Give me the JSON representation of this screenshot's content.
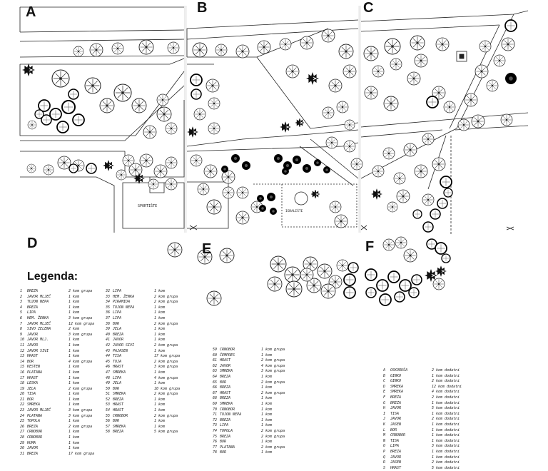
{
  "panels": {
    "a": "A",
    "b": "B",
    "c": "C",
    "d": "D",
    "e": "E",
    "f": "F"
  },
  "legend_title": "Legenda:",
  "labels": {
    "sportiste": "SPORTIŠTE",
    "igraliste": "IGRALIŠTE"
  },
  "legend_d_col1": [
    [
      "1",
      "BREZA",
      "2 kom grupa"
    ],
    [
      "2",
      "JAVOR MLJEČ",
      "1 kom"
    ],
    [
      "3",
      "TUJON NEPA",
      "1 kom"
    ],
    [
      "4",
      "BREZA",
      "1 kom"
    ],
    [
      "5",
      "LIPA",
      "1 kom"
    ],
    [
      "6",
      "HEM. ŽENKA",
      "3 kom grupa"
    ],
    [
      "7",
      "JAVOR MLJEČ",
      "12 kom grupa"
    ],
    [
      "8",
      "SIVO ZELENA",
      "2 kom"
    ],
    [
      "9",
      "JAVOR",
      "3 kom grupa"
    ],
    [
      "10",
      "JAVOR MLJ.",
      "1 kom"
    ],
    [
      "11",
      "JAVOR",
      "1 kom"
    ],
    [
      "12",
      "JAVOR SIVI",
      "1 kom"
    ],
    [
      "13",
      "HRAST",
      "1 kom"
    ],
    [
      "14",
      "BOR",
      "4 kom grupa"
    ],
    [
      "15",
      "KESTEN",
      "1 kom"
    ],
    [
      "16",
      "PLATANA",
      "1 kom"
    ],
    [
      "17",
      "HRAST",
      "1 kom"
    ],
    [
      "18",
      "LESKA",
      "1 kom"
    ],
    [
      "19",
      "JELA",
      "2 kom grupa"
    ],
    [
      "20",
      "TISA",
      "1 kom"
    ],
    [
      "21",
      "BOR",
      "1 kom"
    ],
    [
      "22",
      "SMREKA",
      "1 kom"
    ],
    [
      "23",
      "JAVOR MLJEČ",
      "3 kom grupa"
    ],
    [
      "24",
      "PLATANA",
      "3 kom grupa"
    ],
    [
      "25",
      "TOPOLA",
      "1 kom"
    ],
    [
      "26",
      "BREZA",
      "2 kom grupa"
    ],
    [
      "27",
      "CRNOBOR",
      "1 kom"
    ],
    [
      "28",
      "CRNOBOR",
      "1 kom"
    ],
    [
      "29",
      "HUMA",
      "1 kom"
    ],
    [
      "30",
      "JAVOR",
      "1 kom"
    ],
    [
      "31",
      "BREZA",
      "17 kom grupa"
    ]
  ],
  "legend_d_col2": [
    [
      "32",
      "LIPA",
      "1 kom"
    ],
    [
      "33",
      "HEM. ŽENKA",
      "2 kom grupa"
    ],
    [
      "34",
      "PIRAMIDA",
      "2 kom grupa"
    ],
    [
      "35",
      "TUJON NEPA",
      "1 kom"
    ],
    [
      "36",
      "LIPA",
      "1 kom"
    ],
    [
      "37",
      "LIPA",
      "1 kom"
    ],
    [
      "38",
      "BOR",
      "2 kom grupa"
    ],
    [
      "39",
      "JELA",
      "1 kom"
    ],
    [
      "40",
      "BREZA",
      "1 kom"
    ],
    [
      "41",
      "JAVOR",
      "1 kom"
    ],
    [
      "42",
      "JAVOR SIVI",
      "2 kom grupa"
    ],
    [
      "43",
      "PAJASEN",
      "1 kom"
    ],
    [
      "44",
      "TISA",
      "17 kom grupa"
    ],
    [
      "45",
      "TUJA",
      "2 kom grupa"
    ],
    [
      "46",
      "HRAST",
      "3 kom grupa"
    ],
    [
      "47",
      "SMREKA",
      "1 kom"
    ],
    [
      "48",
      "LIPA",
      "4 kom grupa"
    ],
    [
      "49",
      "JELA",
      "1 kom"
    ],
    [
      "50",
      "BOR",
      "10 kom grupa"
    ],
    [
      "51",
      "SMREKA",
      "2 kom grupa"
    ],
    [
      "52",
      "BREZA",
      "1 kom"
    ],
    [
      "53",
      "HRAST",
      "1 kom"
    ],
    [
      "54",
      "HRAST",
      "1 kom"
    ],
    [
      "55",
      "CRNOBOR",
      "2 kom grupa"
    ],
    [
      "56",
      "BOR",
      "1 kom"
    ],
    [
      "57",
      "SMREKA",
      "1 kom"
    ],
    [
      "58",
      "BREZA",
      "5 kom grupa"
    ]
  ],
  "legend_e": [
    [
      "59",
      "CRNOBOR",
      "1 kom grupa"
    ],
    [
      "60",
      "ČEMPRES",
      "1 kom"
    ],
    [
      "61",
      "HRAST",
      "2 kom grupa"
    ],
    [
      "62",
      "JAVOR",
      "4 kom grupa"
    ],
    [
      "63",
      "SMREKA",
      "3 kom grupa"
    ],
    [
      "64",
      "BREZA",
      "1 kom"
    ],
    [
      "65",
      "BOR",
      "2 kom grupa"
    ],
    [
      "66",
      "BREZA",
      "1 kom"
    ],
    [
      "67",
      "HRAST",
      "2 kom grupa"
    ],
    [
      "68",
      "BREZA",
      "1 kom"
    ],
    [
      "69",
      "SMREKA",
      "1 kom"
    ],
    [
      "70",
      "CRNOBOR",
      "1 kom"
    ],
    [
      "71",
      "TUJON NEPA",
      "1 kom"
    ],
    [
      "72",
      "BREZA",
      "1 kom"
    ],
    [
      "73",
      "LIPA",
      "1 kom"
    ],
    [
      "74",
      "TOPOLA",
      "2 kom grupa"
    ],
    [
      "75",
      "BREZA",
      "2 kom grupa"
    ],
    [
      "76",
      "BOR",
      "1 kom"
    ],
    [
      "77",
      "PLATANA",
      "2 kom grupa"
    ],
    [
      "78",
      "BOR",
      "1 kom"
    ]
  ],
  "legend_f": [
    [
      "A",
      "OSKORUŠA",
      "2 kom dodatni"
    ],
    [
      "B",
      "GINKO",
      "1 kom dodatni"
    ],
    [
      "C",
      "GINKO",
      "2 kom dodatni"
    ],
    [
      "D",
      "SMREKA",
      "12 kom dodatni"
    ],
    [
      "E",
      "SMREKA",
      "4 kom dodatni"
    ],
    [
      "F",
      "BREZA",
      "2 kom dodatni"
    ],
    [
      "G",
      "BREZA",
      "1 kom dodatni"
    ],
    [
      "H",
      "JAVOR",
      "5 kom dodatni"
    ],
    [
      "I",
      "TISA",
      "1 kom dodatni"
    ],
    [
      "J",
      "JAVOR",
      "2 kom dodatni"
    ],
    [
      "K",
      "JASEN",
      "1 kom dodatni"
    ],
    [
      "L",
      "BOR",
      "1 kom dodatni"
    ],
    [
      "M",
      "CRNOBOR",
      "1 kom dodatni"
    ],
    [
      "N",
      "TISA",
      "1 kom dodatni"
    ],
    [
      "O",
      "LIPA",
      "3 kom dodatni"
    ],
    [
      "P",
      "BREZA",
      "1 kom dodatni"
    ],
    [
      "Q",
      "JAVOR",
      "1 kom dodatni"
    ],
    [
      "R",
      "JASEN",
      "2 kom dodatni"
    ],
    [
      "S",
      "HRAST",
      "5 kom dodatni"
    ]
  ]
}
